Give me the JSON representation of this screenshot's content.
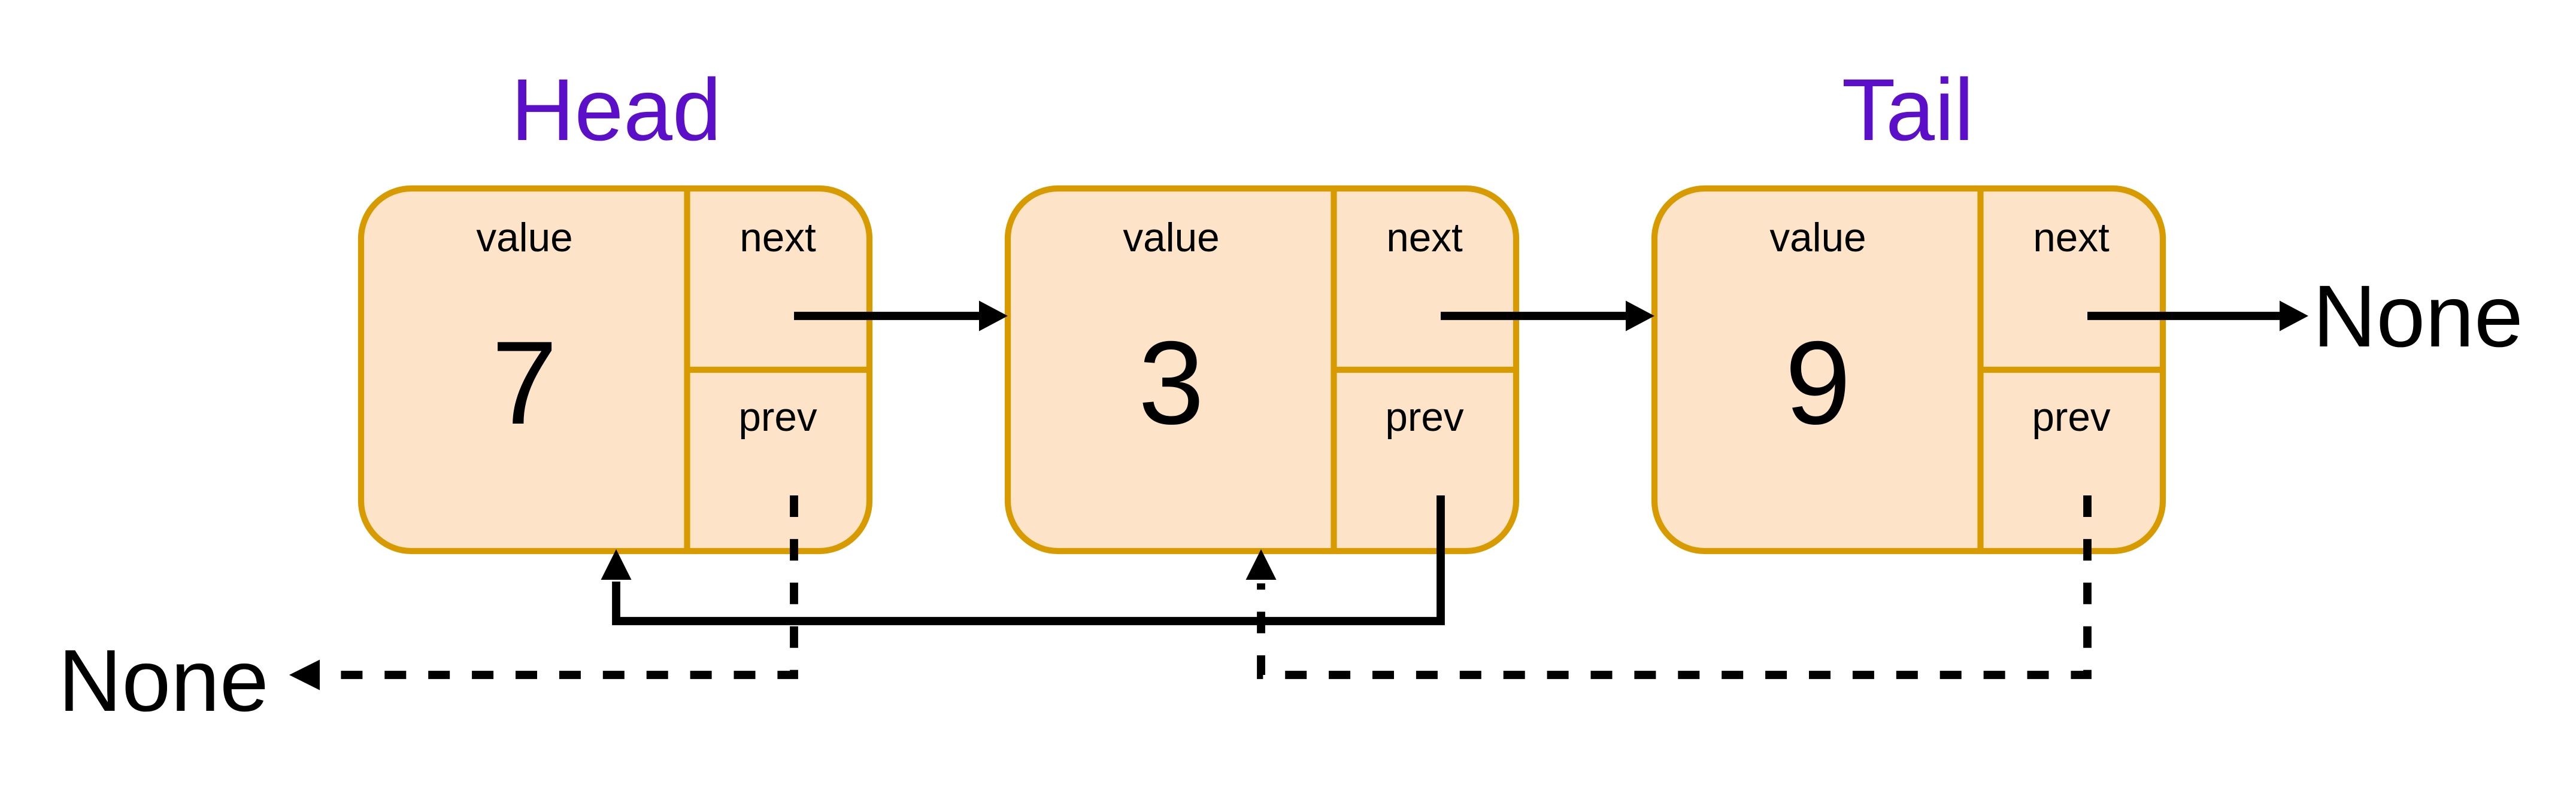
{
  "diagram": {
    "type": "doubly-linked-list",
    "head_label": "Head",
    "tail_label": "Tail",
    "nodes": [
      {
        "position": "head",
        "value": "7",
        "value_field": "value",
        "next_field": "next",
        "prev_field": "prev"
      },
      {
        "position": "middle",
        "value": "3",
        "value_field": "value",
        "next_field": "next",
        "prev_field": "prev"
      },
      {
        "position": "tail",
        "value": "9",
        "value_field": "value",
        "next_field": "next",
        "prev_field": "prev"
      }
    ],
    "next_terminal_label": "None",
    "prev_terminal_label": "None",
    "colors": {
      "node_fill": "#FDE4C9",
      "node_border": "#D79B00",
      "head_tail_text": "#5C0FC8",
      "arrow": "#000000",
      "background": "#FFFFFF"
    }
  }
}
